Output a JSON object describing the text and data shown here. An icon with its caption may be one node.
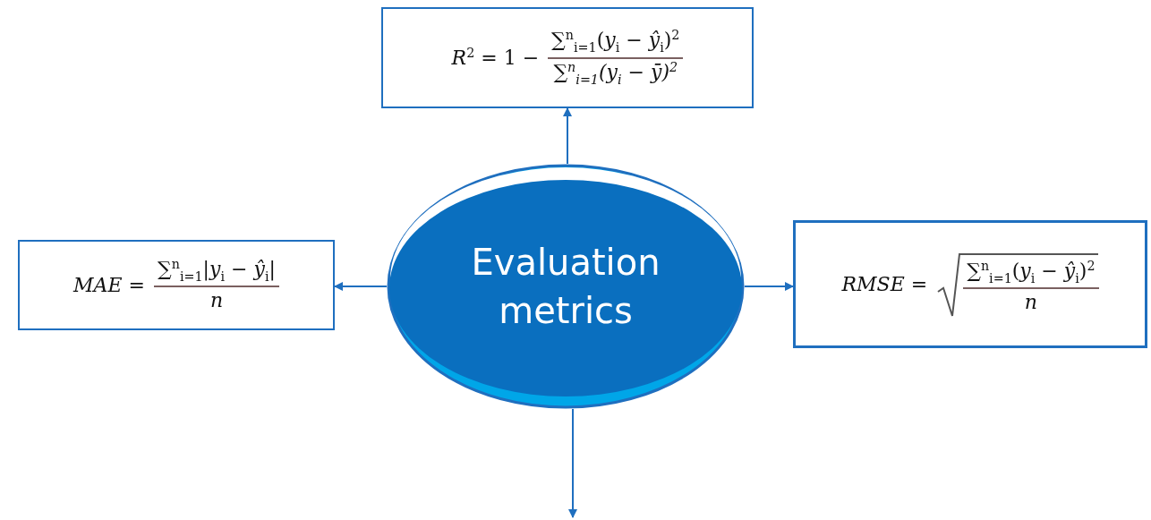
{
  "diagram": {
    "nodes": [
      {
        "text": [
          "*R*$^{2}$ = 1 −",
          "∑$^{n}$$_{i=1}$(*y*$_{i}$ − *ŷ*$_{i}$)$^{2}$",
          "∑$^{n}$$_{i=1}$(*y*$_{i}$ − *ȳ*)$^{2}$"
        ]
      },
      {
        "text": [
          "*MAE* =",
          "∑$^{n}$$_{i=1}$|*y*$_{i}$ − *ŷ*$_{i}$|",
          "n"
        ]
      },
      {
        "text": [
          "Evaluation metrics"
        ]
      },
      {
        "text": [
          "*RMSE* =",
          "∑$^{n}$$_{i=1}$(*y*$_{i}$ − *ŷ*$_{i}$)$^{2}$",
          "n"
        ]
      }
    ],
    "edges": [
      {
        "from": 2,
        "to": 0,
        "arrow": "to"
      },
      {
        "from": 2,
        "to": 1,
        "arrow": "to"
      },
      {
        "from": 2,
        "to": 3,
        "arrow": "to"
      },
      {
        "from": 2,
        "to": null,
        "arrow": "to"
      }
    ]
  }
}
